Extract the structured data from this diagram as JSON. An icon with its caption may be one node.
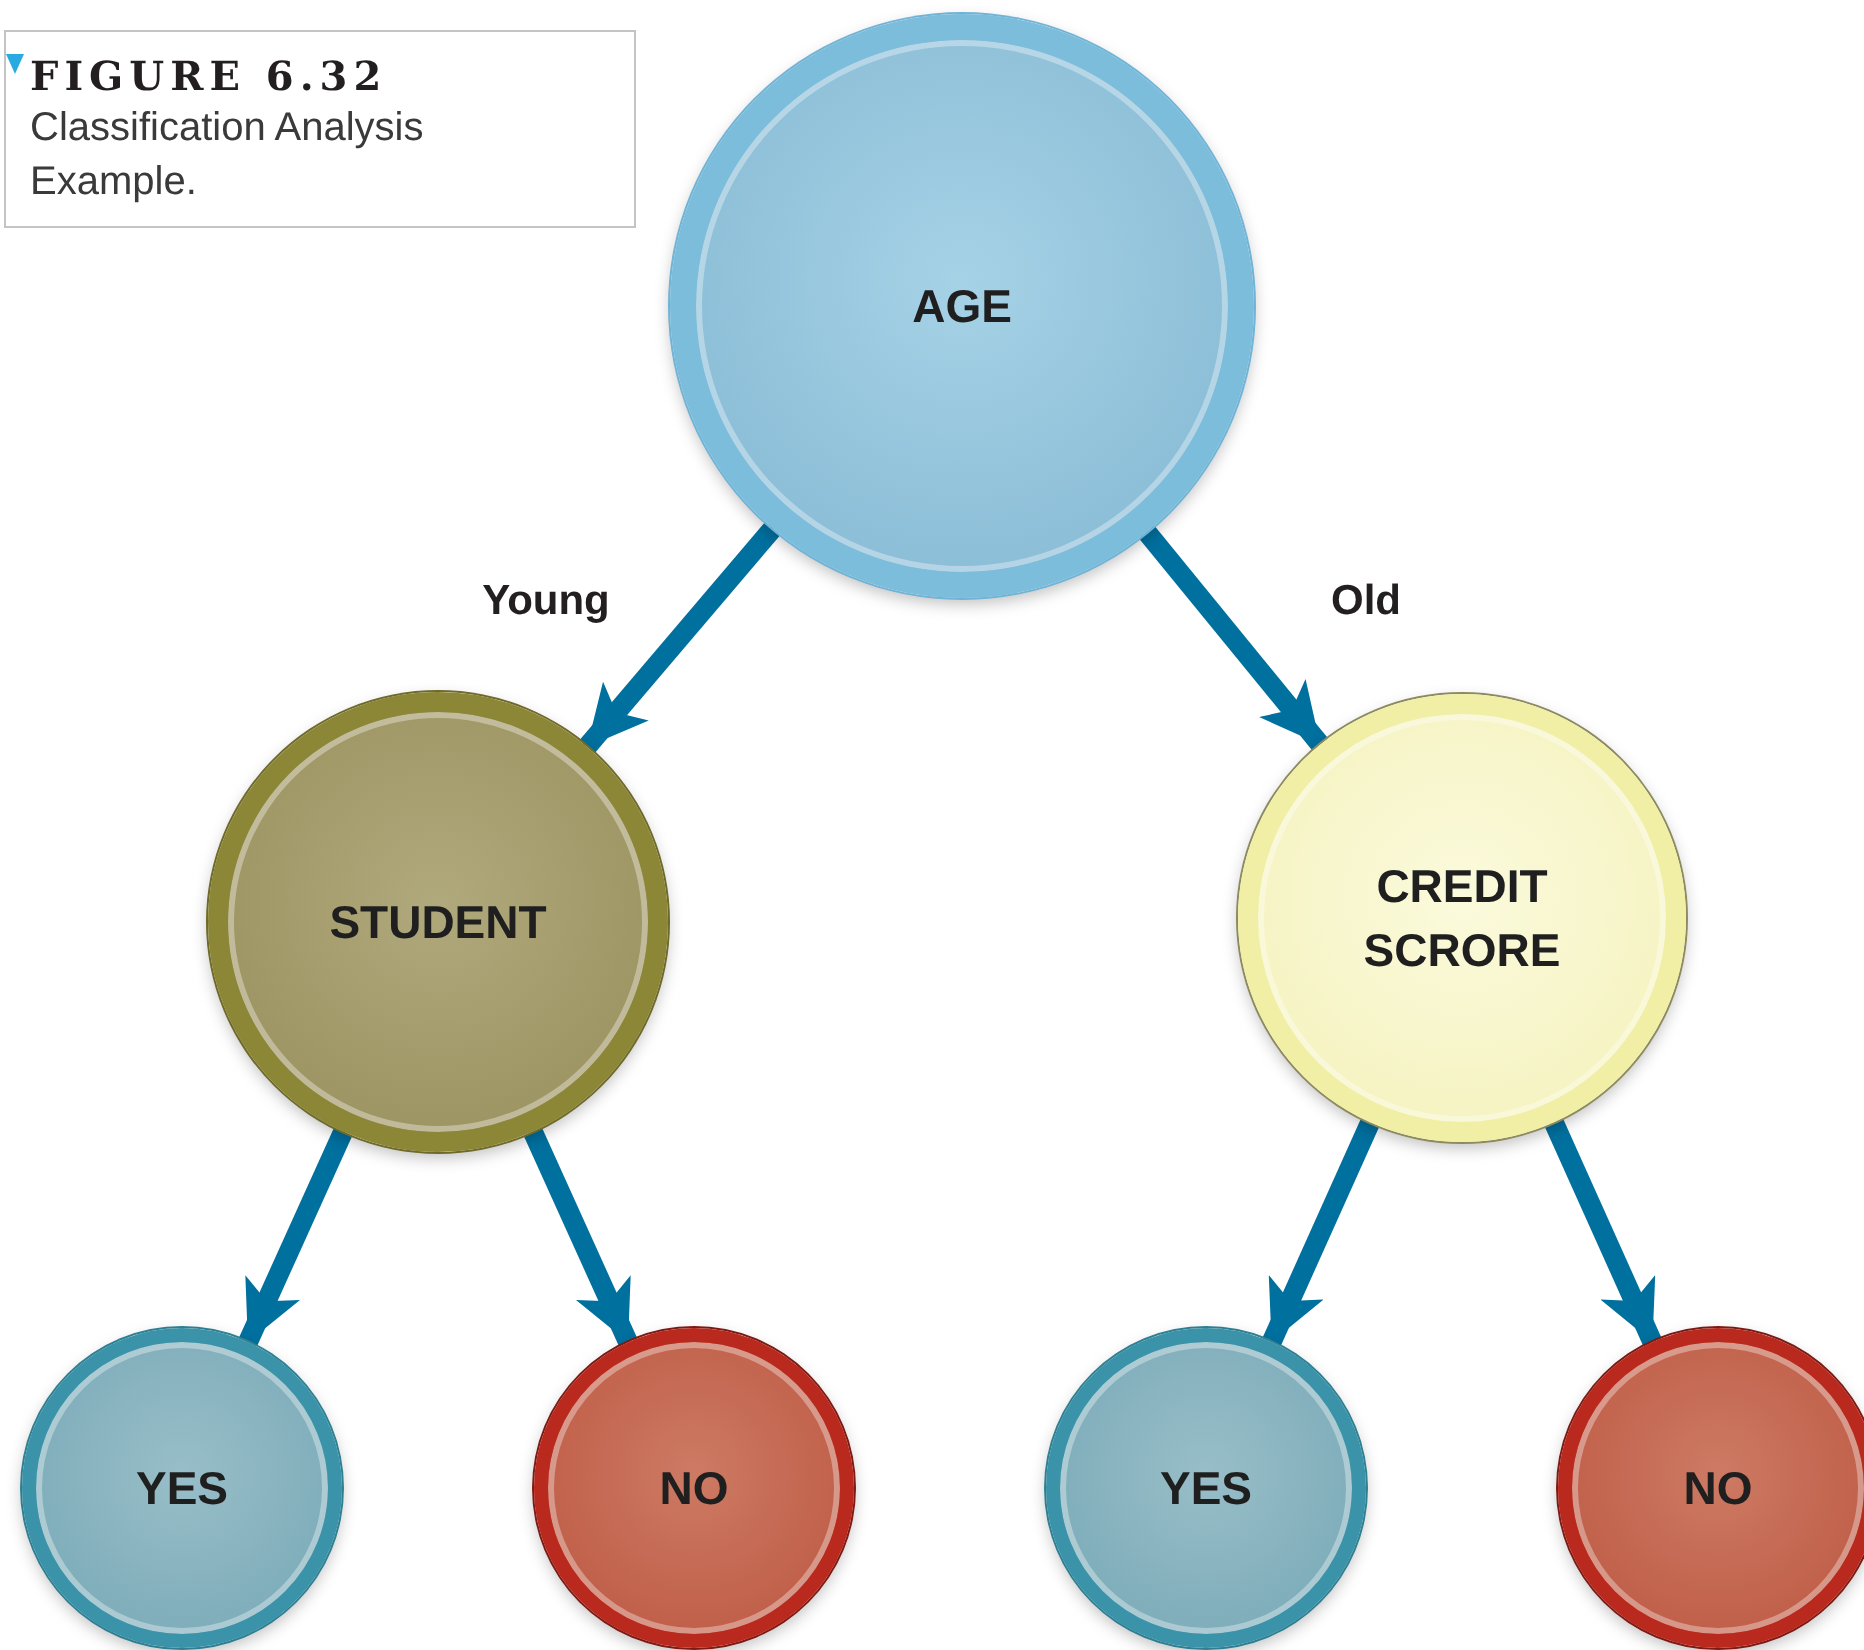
{
  "diagram": {
    "title": "FIGURE 6.32",
    "caption": "Classification Analysis Example.",
    "nodes": [
      {
        "text": [
          "AGE"
        ]
      },
      {
        "text": [
          "STUDENT"
        ]
      },
      {
        "text": [
          "CREDIT SCRORE"
        ]
      },
      {
        "text": [
          "YES"
        ]
      },
      {
        "text": [
          "NO"
        ]
      },
      {
        "text": [
          "YES"
        ]
      },
      {
        "text": [
          "NO"
        ]
      }
    ],
    "edges": [
      {
        "from": 0,
        "to": 1,
        "arrow": "to",
        "label": "Young"
      },
      {
        "from": 0,
        "to": 2,
        "arrow": "to",
        "label": "Old"
      },
      {
        "from": 1,
        "to": 3,
        "arrow": "to"
      },
      {
        "from": 1,
        "to": 4,
        "arrow": "to"
      },
      {
        "from": 2,
        "to": 5,
        "arrow": "to"
      },
      {
        "from": 2,
        "to": 6,
        "arrow": "to"
      }
    ]
  }
}
